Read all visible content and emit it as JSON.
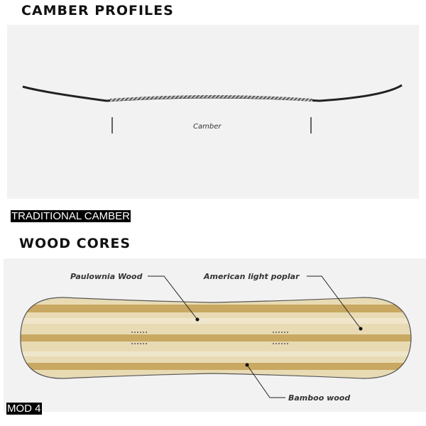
{
  "camber": {
    "heading": "CAMBER PROFILES",
    "diagram_label": "Camber",
    "caption": "TRADITIONAL CAMBER"
  },
  "wood": {
    "heading": "WOOD CORES",
    "labels": {
      "paulownia": "Paulownia Wood",
      "poplar": "American light poplar",
      "bamboo": "Bamboo wood"
    },
    "caption": "MOD 4"
  }
}
